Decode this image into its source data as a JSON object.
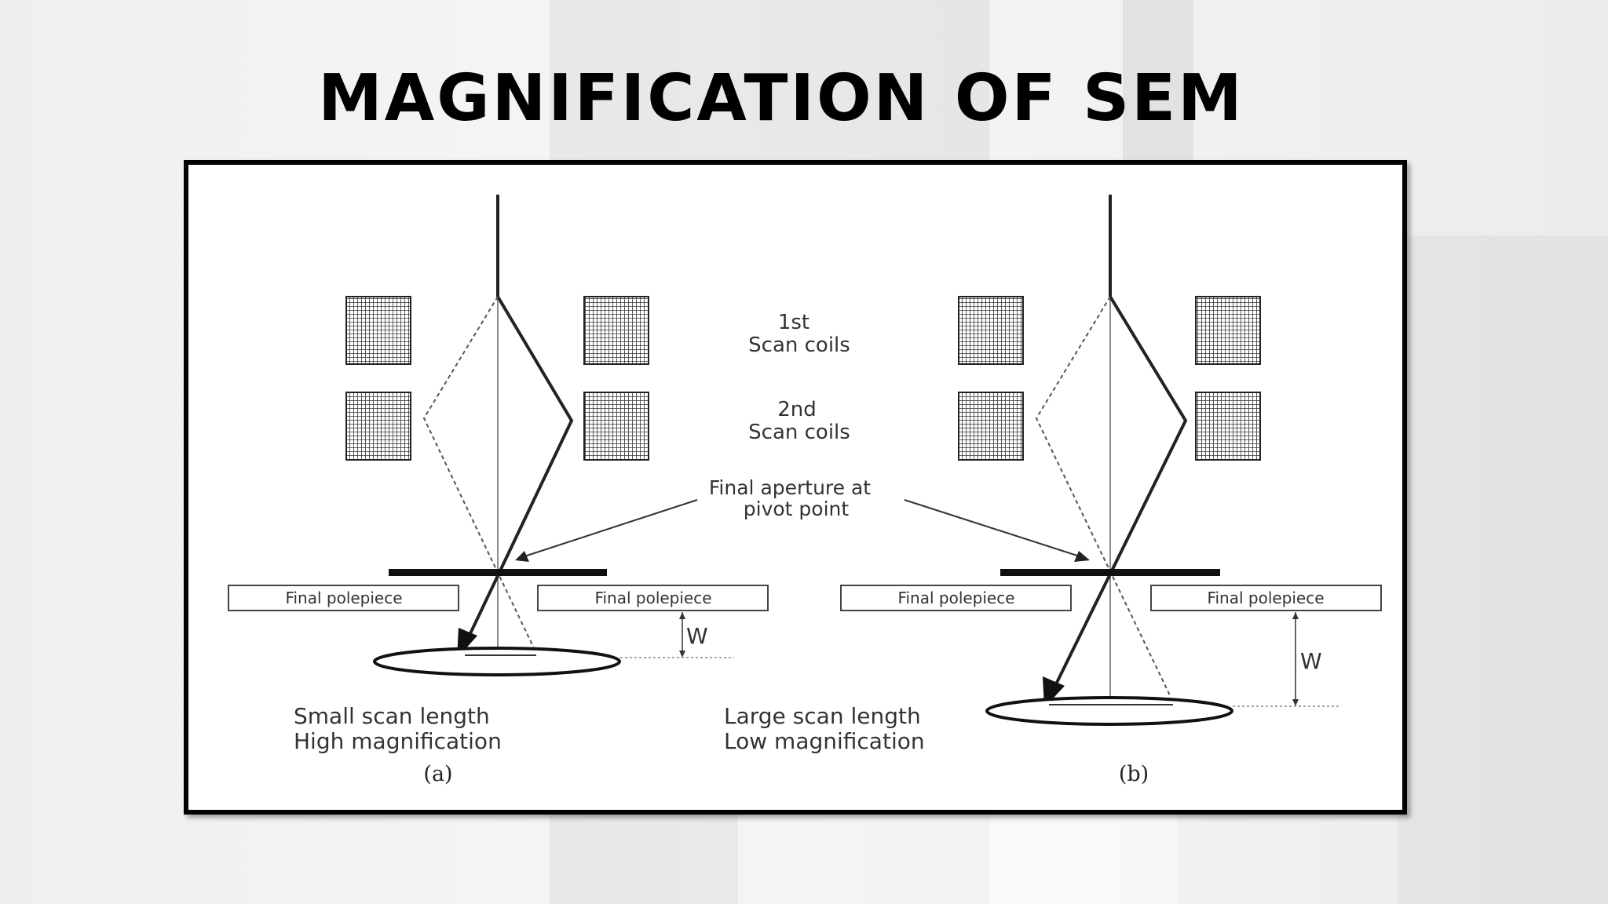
{
  "title": "MAGNIFICATION OF SEM",
  "labels": {
    "scan_coils_1_line1": "1st",
    "scan_coils_1_line2": "Scan coils",
    "scan_coils_2_line1": "2nd",
    "scan_coils_2_line2": "Scan coils",
    "aperture_line1": "Final aperture at",
    "aperture_line2": "pivot point",
    "polepiece": "Final polepiece",
    "working_distance": "W"
  },
  "panel_a": {
    "caption_line1": "Small scan length",
    "caption_line2": "High magnification",
    "panel_label": "(a)"
  },
  "panel_b": {
    "caption_line1": "Large scan length",
    "caption_line2": "Low magnification",
    "panel_label": "(b)"
  }
}
